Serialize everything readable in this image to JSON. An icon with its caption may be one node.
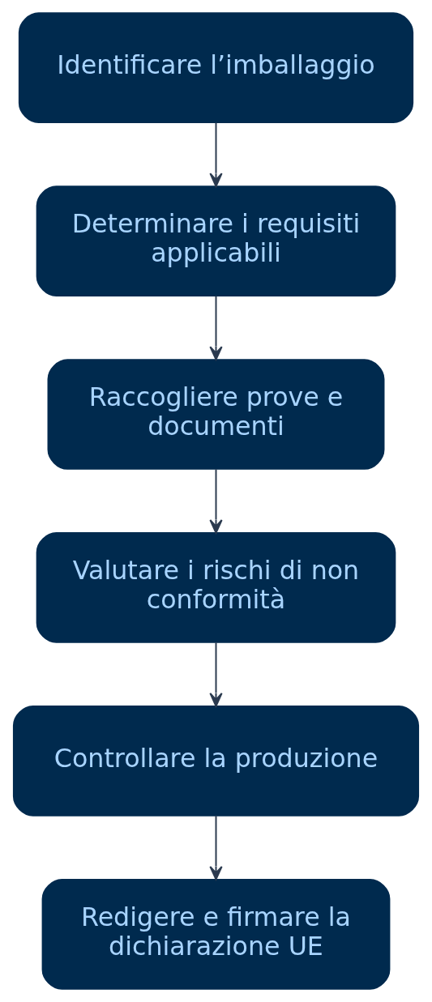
{
  "diagram": {
    "nodes": [
      {
        "text": [
          "Identificare l’imballaggio"
        ]
      },
      {
        "text": [
          "Determinare i requisiti applicabili"
        ]
      },
      {
        "text": [
          "Raccogliere prove e documenti"
        ]
      },
      {
        "text": [
          "Valutare i rischi di non conformità"
        ]
      },
      {
        "text": [
          "Controllare la produzione"
        ]
      },
      {
        "text": [
          "Redigere e firmare la dichiarazione UE"
        ]
      }
    ],
    "edges": [
      {
        "from": 0,
        "to": 1,
        "arrow": "to"
      },
      {
        "from": 1,
        "to": 2,
        "arrow": "to"
      },
      {
        "from": 2,
        "to": 3,
        "arrow": "to"
      },
      {
        "from": 3,
        "to": 4,
        "arrow": "to"
      },
      {
        "from": 4,
        "to": 5,
        "arrow": "to"
      }
    ]
  }
}
